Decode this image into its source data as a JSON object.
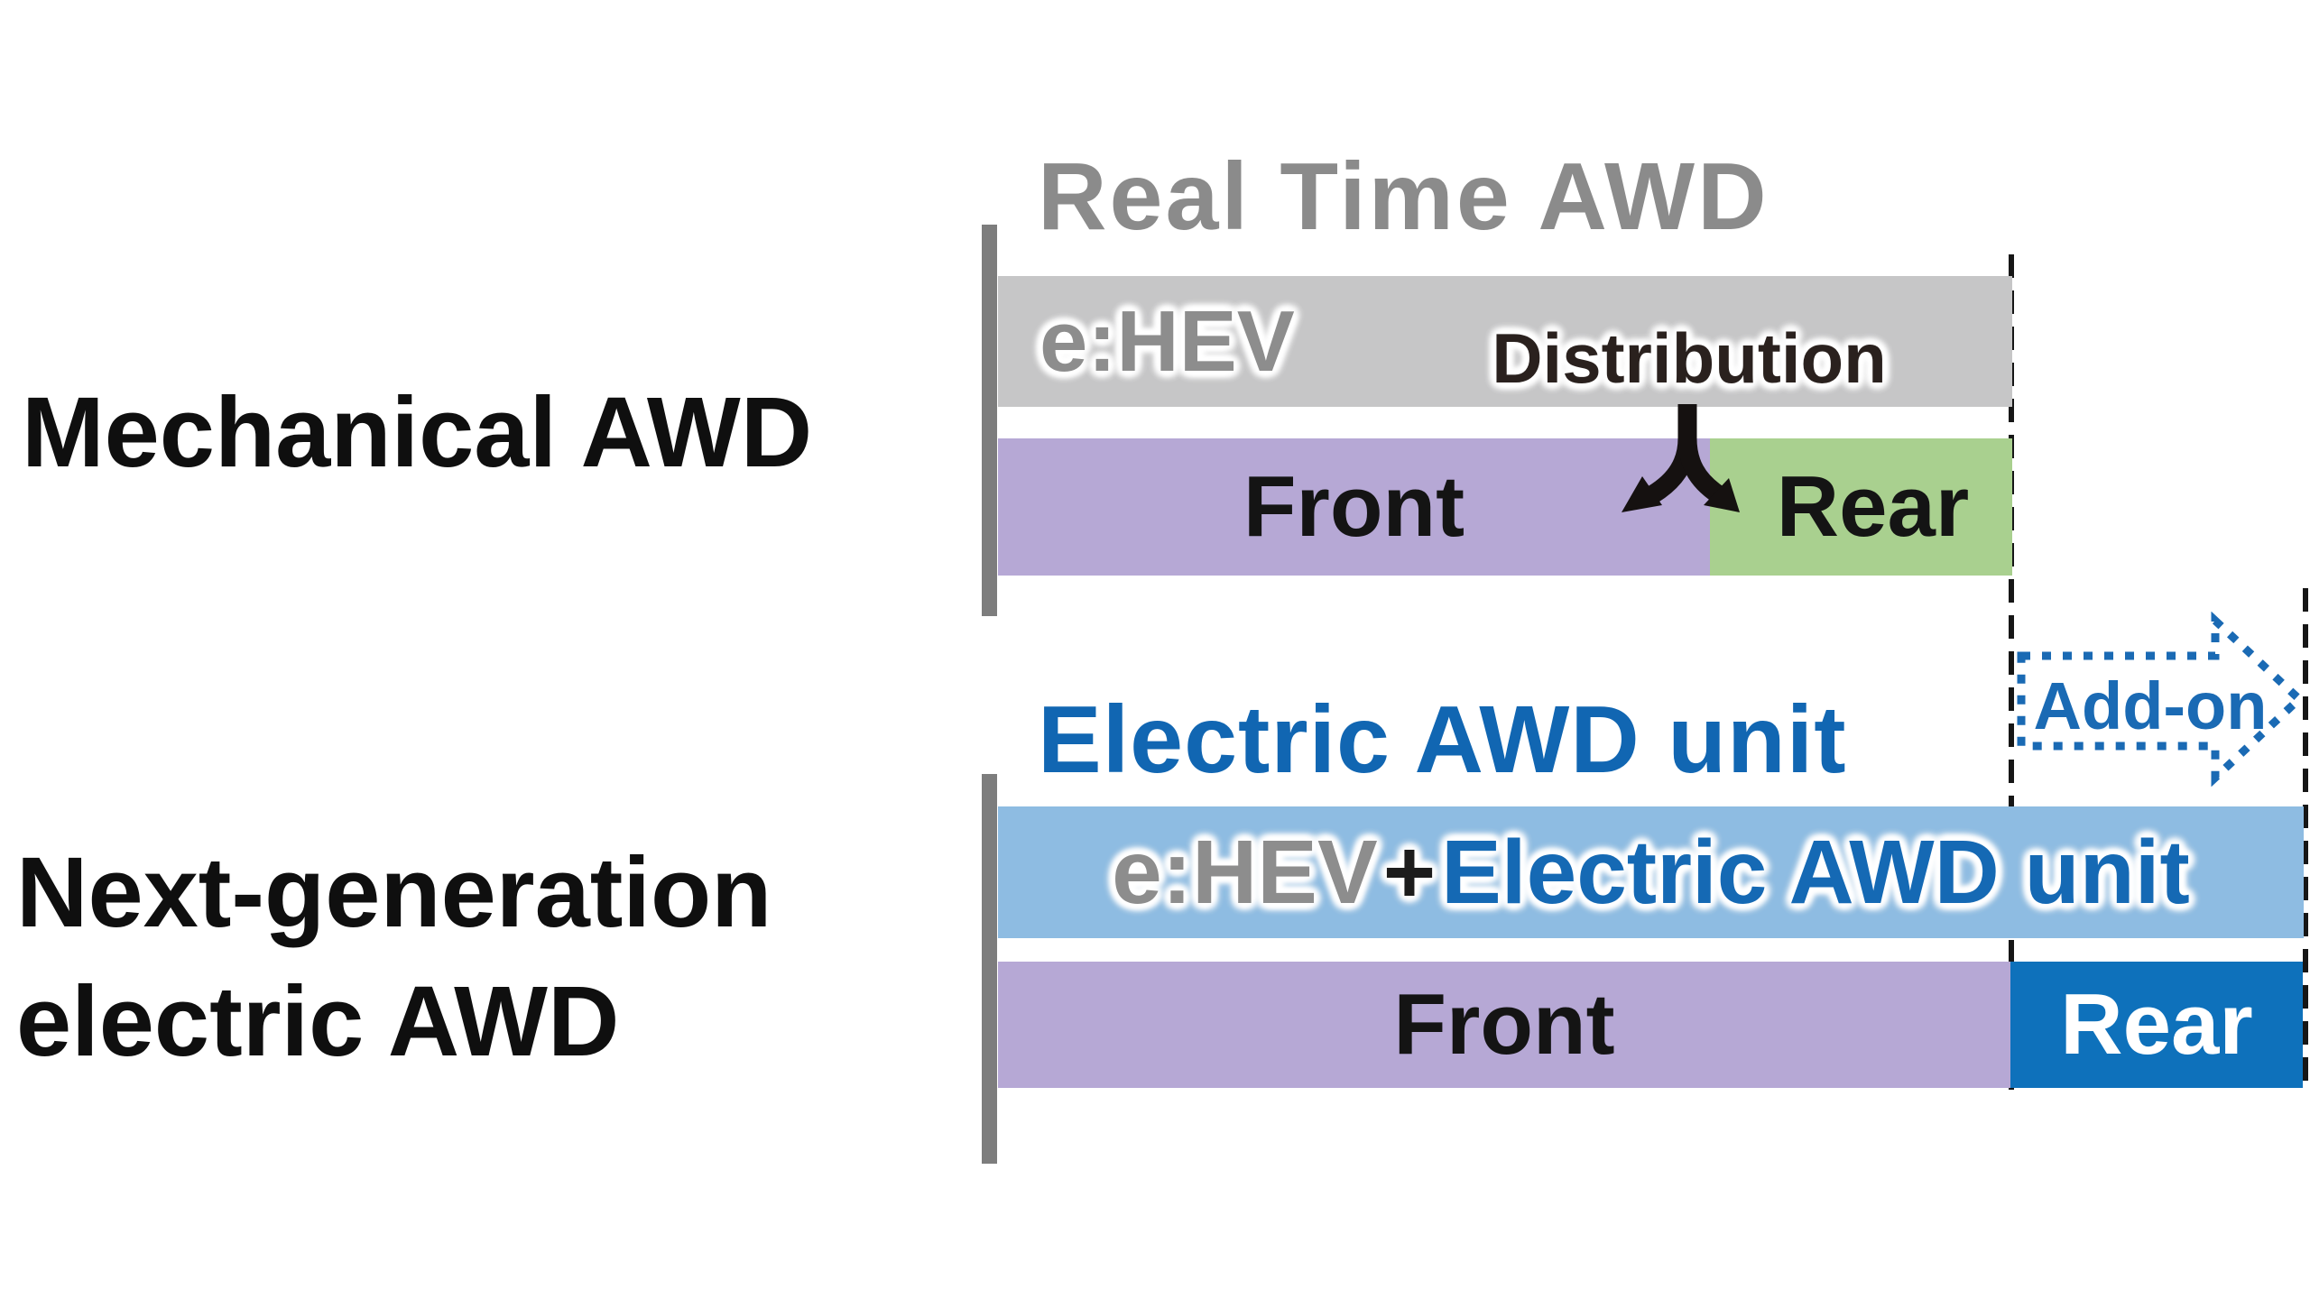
{
  "left_labels": {
    "mechanical": "Mechanical AWD",
    "next_gen_line1": "Next-generation",
    "next_gen_line2": "electric AWD"
  },
  "mechanical_awd": {
    "heading": "Real Time AWD",
    "system_bar": {
      "ehev": "e:HEV",
      "distribution": "Distribution"
    },
    "axle_bar": {
      "front": "Front",
      "rear": "Rear"
    }
  },
  "electric_awd": {
    "heading": "Electric AWD unit",
    "addon_label": "Add-on",
    "system_bar": {
      "ehev": "e:HEV",
      "plus": "+",
      "unit": "Electric AWD unit"
    },
    "axle_bar": {
      "front": "Front",
      "rear": "Rear"
    }
  },
  "colors": {
    "background": "#ffffff",
    "black_text": "#0f0f0f",
    "heading_gray": "#8b8b8b",
    "ehev_gray": "#8d8d8d",
    "distribution_dark": "#2a211e",
    "bar_gray": "#c6c6c7",
    "bar_purple": "#b6a8d5",
    "bar_green": "#a9d08f",
    "bar_lightblue": "#8ebce2",
    "bar_darkblue": "#0e71bb",
    "blue_text": "#1569b4",
    "heading_blue": "#1166b2",
    "addon_blue": "#1a6ab4",
    "wall_gray": "#7d7d7d",
    "dash_black": "#161616"
  }
}
